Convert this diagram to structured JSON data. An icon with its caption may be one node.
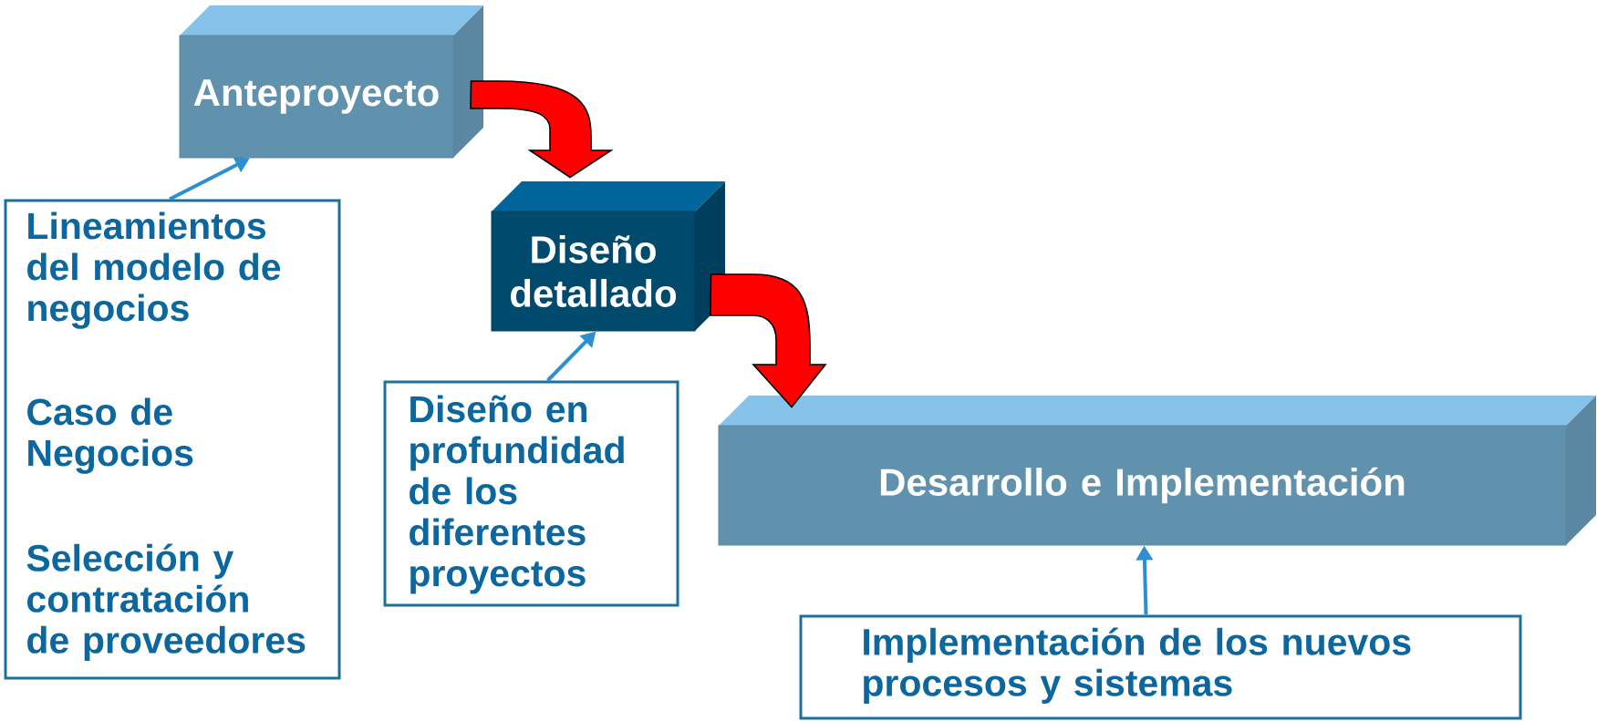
{
  "diagram": {
    "nodes": [
      {
        "text": [
          "Anteproyecto"
        ]
      },
      {
        "text": [
          "Diseño detallado"
        ]
      },
      {
        "text": [
          "Desarrollo e Implementación"
        ]
      },
      {
        "text": [
          "Lineamientos del modelo de negocios",
          "Caso de Negocios",
          "Selección y contratación de proveedores"
        ]
      },
      {
        "text": [
          "Diseño en profundidad de los diferentes proyectos"
        ]
      },
      {
        "text": [
          "Implementación de los nuevos procesos y sistemas"
        ]
      }
    ],
    "edges": [
      {
        "from": 0,
        "to": 1,
        "arrow": "to",
        "style": "thick",
        "color": "#ff0000"
      },
      {
        "from": 1,
        "to": 2,
        "arrow": "to",
        "style": "thick",
        "color": "#ff0000"
      },
      {
        "from": 3,
        "to": 0,
        "arrow": "to"
      },
      {
        "from": 4,
        "to": 1,
        "arrow": "to"
      },
      {
        "from": 5,
        "to": 2,
        "arrow": "to"
      }
    ]
  }
}
